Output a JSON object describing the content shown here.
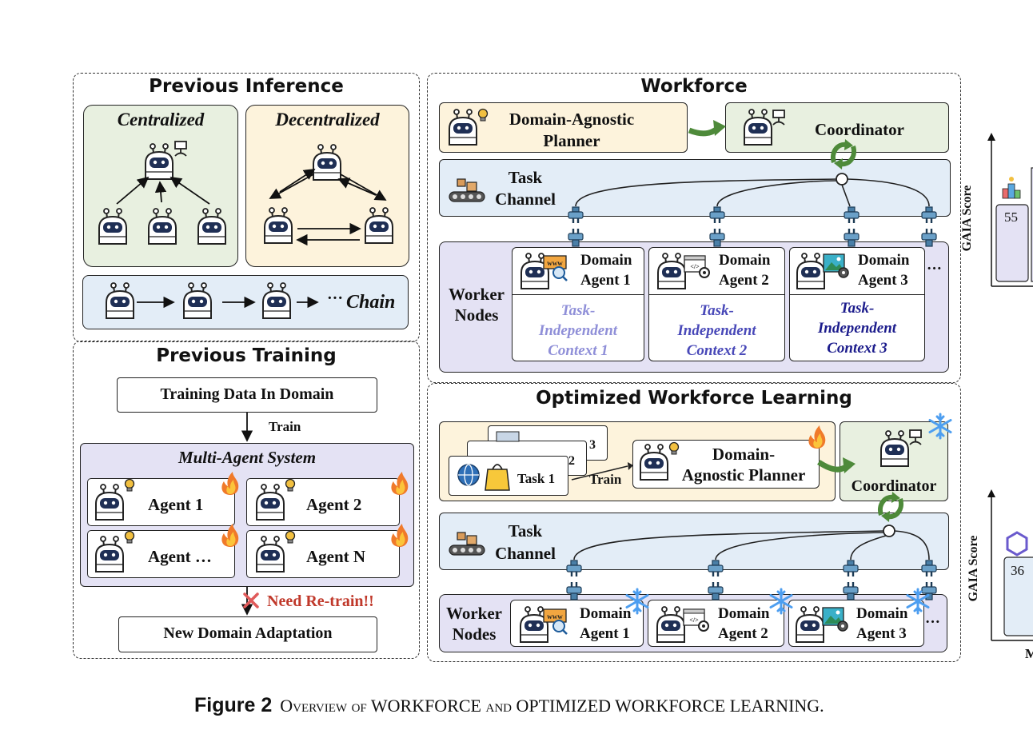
{
  "prev_inference": {
    "title": "Previous Inference",
    "centralized": "Centralized",
    "decentralized": "Decentralized",
    "chain_ellipsis": "···",
    "chain": "Chain"
  },
  "prev_training": {
    "title": "Previous Training",
    "data_box": "Training Data In Domain",
    "train": "Train",
    "mas_title": "Multi-Agent System",
    "agents": [
      "Agent 1",
      "Agent 2",
      "Agent …",
      "Agent N"
    ],
    "retrain": "Need Re-train!!",
    "adaptation": "New Domain Adaptation"
  },
  "workforce": {
    "title": "Workforce",
    "planner": [
      "Domain-Agnostic",
      "Planner"
    ],
    "coordinator": "Coordinator",
    "task_channel": [
      "Task",
      "Channel"
    ],
    "worker_nodes": [
      "Worker",
      "Nodes"
    ],
    "domain_agents": [
      {
        "l1": "Domain",
        "l2": "Agent 1",
        "ctx": [
          "Task-",
          "Independent",
          "Context 1"
        ]
      },
      {
        "l1": "Domain",
        "l2": "Agent 2",
        "ctx": [
          "Task-",
          "Independent",
          "Context 2"
        ]
      },
      {
        "l1": "Domain",
        "l2": "Agent 3",
        "ctx": [
          "Task-",
          "Independent",
          "Context 3"
        ]
      }
    ],
    "ellipsis": "···"
  },
  "owl": {
    "title": "Optimized Workforce Learning",
    "tasks": [
      "3",
      "2",
      "Task 1"
    ],
    "train": "Train",
    "planner": [
      "Domain-",
      "Agnostic Planner"
    ],
    "coordinator": "Coordinator",
    "task_channel": [
      "Task",
      "Channel"
    ],
    "worker_nodes": [
      "Worker",
      "Nodes"
    ],
    "domain_agents": [
      {
        "l1": "Domain",
        "l2": "Agent 1"
      },
      {
        "l1": "Domain",
        "l2": "Agent 2"
      },
      {
        "l1": "Domain",
        "l2": "Agent 3"
      }
    ],
    "ellipsis": "···"
  },
  "side": {
    "ylabel_top": "GAIA Score",
    "val_top": "55",
    "ylabel_bottom": "GAIA Score",
    "val_bottom": "36",
    "cut_letter": "M"
  },
  "caption": {
    "fig": "Figure 2",
    "text": "Overview of WORKFORCE and OPTIMIZED WORKFORCE LEARNING."
  },
  "colors": {
    "green_bg": "#e8f0e0",
    "yellow_bg": "#fdf3dc",
    "blue_bg": "#e3edf7",
    "purple_bg": "#e4e2f4",
    "retrain_red": "#c0392b",
    "ctx1": "#8f8fd8",
    "ctx2": "#4848b8",
    "ctx3": "#1c1c8c"
  }
}
